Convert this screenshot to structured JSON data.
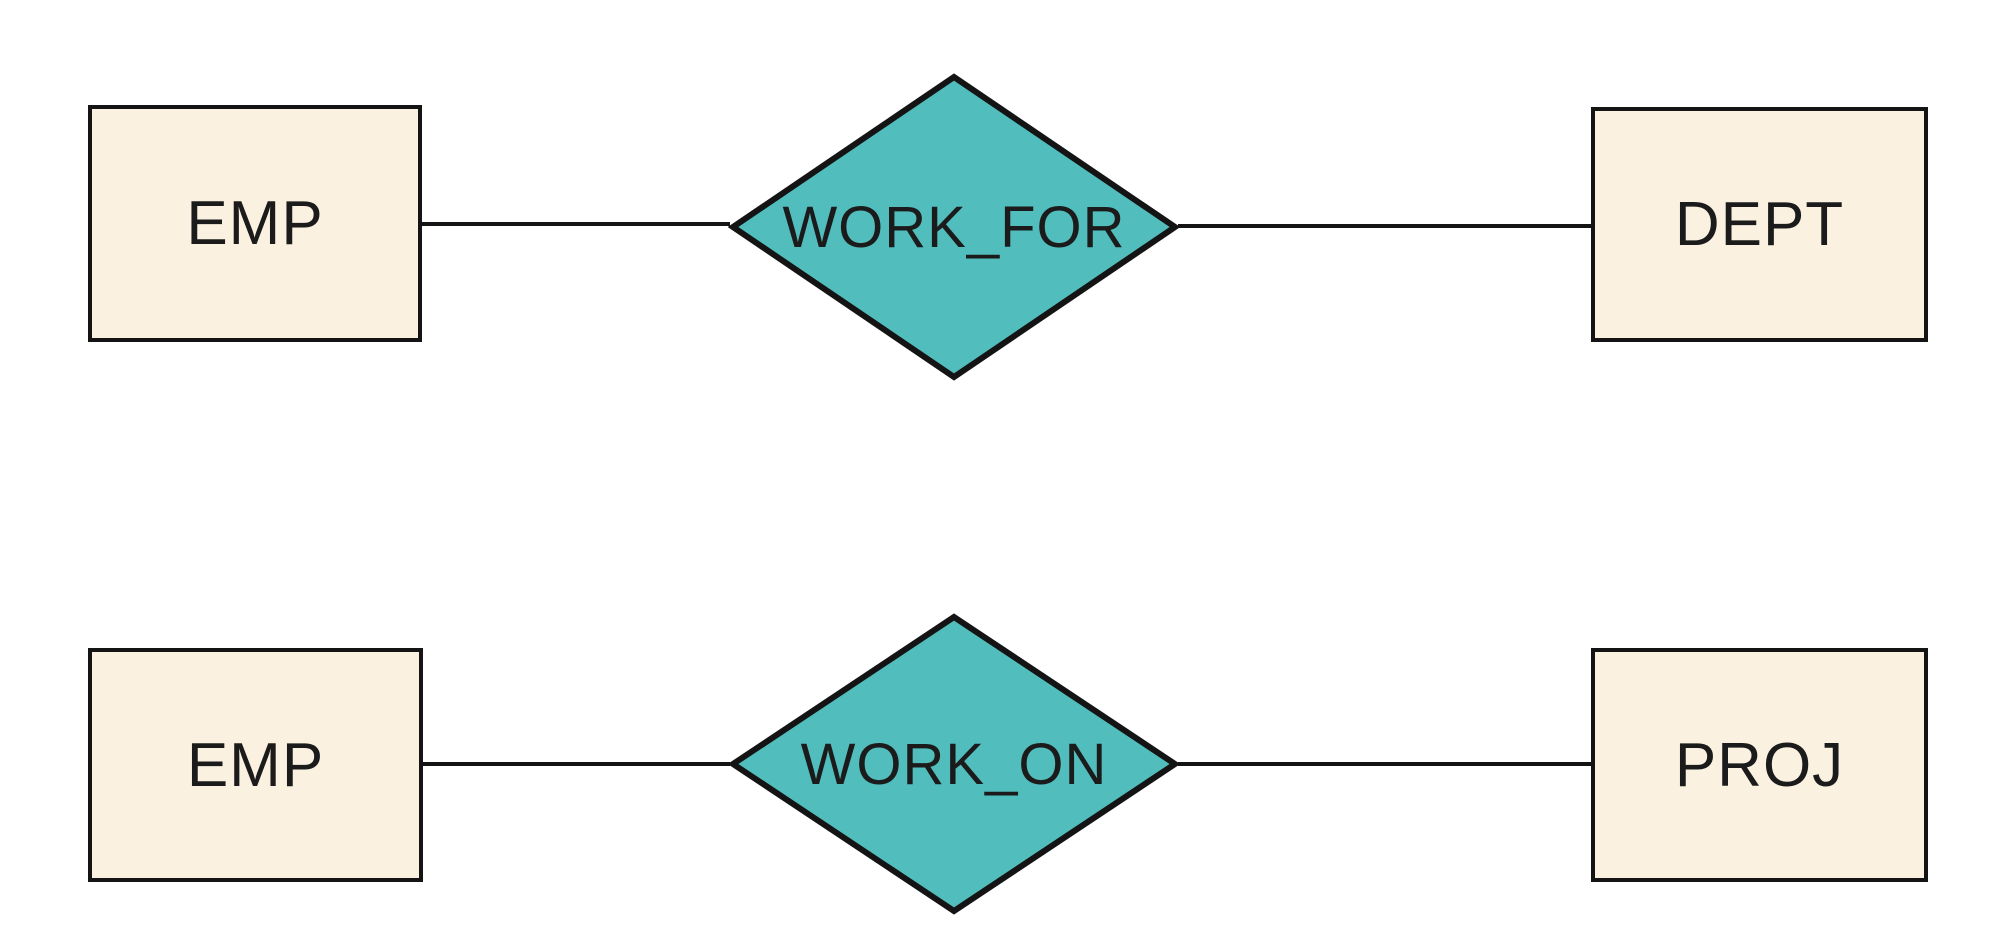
{
  "diagram": {
    "kind": "entity-relationship-diagram",
    "background": "#ffffff",
    "colors": {
      "entity_fill": "#FAF1E0",
      "entity_border": "#141414",
      "relationship_fill": "#52BDBD",
      "relationship_border": "#141414",
      "connector": "#141414",
      "text": "#1B1B1B"
    },
    "rows": [
      {
        "left_entity": "EMP",
        "relationship": "WORK_FOR",
        "right_entity": "DEPT"
      },
      {
        "left_entity": "EMP",
        "relationship": "WORK_ON",
        "right_entity": "PROJ"
      }
    ]
  }
}
